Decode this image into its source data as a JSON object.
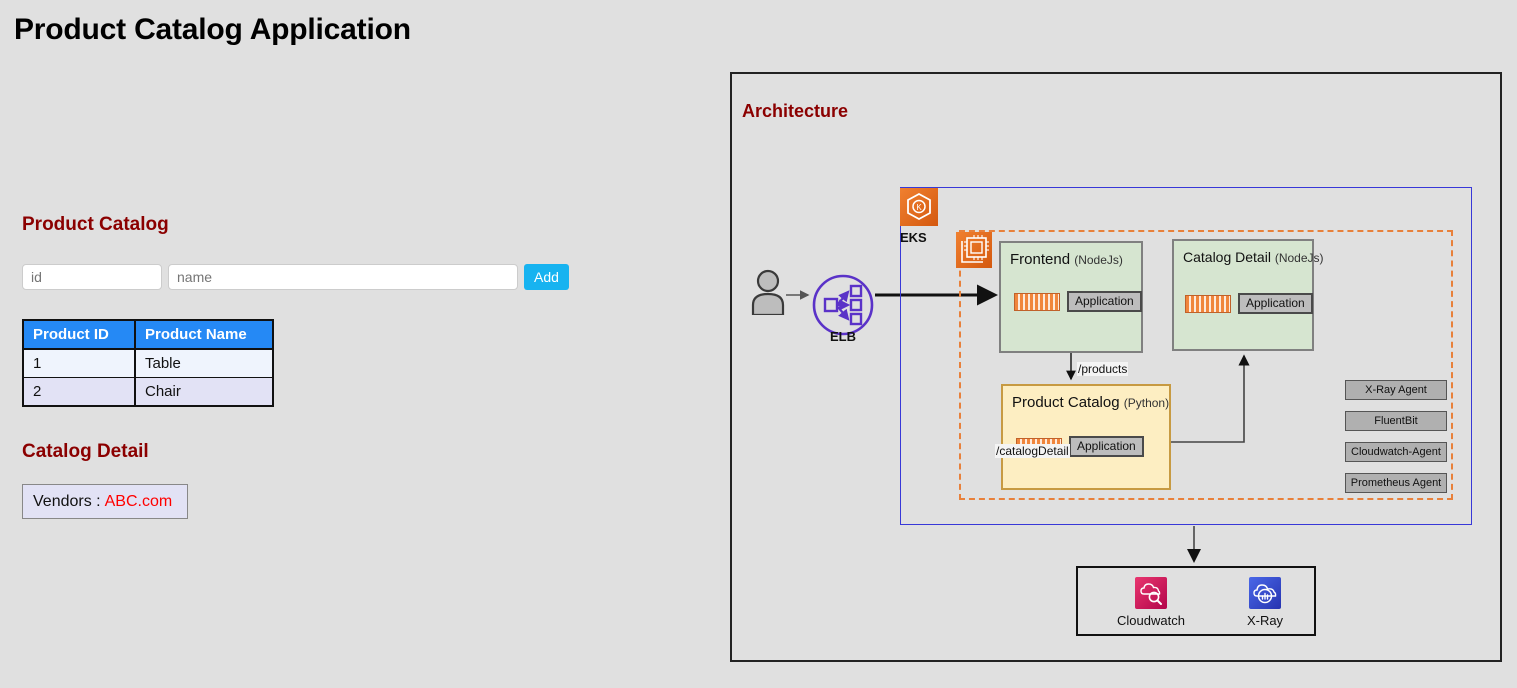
{
  "app": {
    "title": "Product Catalog Application"
  },
  "catalog": {
    "heading": "Product Catalog",
    "form": {
      "id_placeholder": "id",
      "id_value": "",
      "name_placeholder": "name",
      "name_value": "",
      "add_label": "Add"
    },
    "table": {
      "columns": [
        "Product ID",
        "Product Name"
      ],
      "rows": [
        {
          "id": "1",
          "name": "Table"
        },
        {
          "id": "2",
          "name": "Chair"
        }
      ]
    }
  },
  "catalog_detail": {
    "heading": "Catalog Detail",
    "vendors_label": "Vendors :",
    "vendors_value": "ABC.com"
  },
  "architecture": {
    "heading": "Architecture",
    "actor": {
      "icon": "user-icon"
    },
    "elb": {
      "label": "ELB",
      "icon": "elastic-load-balancer-icon"
    },
    "eks": {
      "label": "EKS",
      "icon": "eks-cluster-icon"
    },
    "node_group": {
      "icon": "ec2-instance-icon"
    },
    "services": [
      {
        "key": "frontend",
        "name": "Frontend",
        "language": "(NodeJs)",
        "container_icon": "container-icon",
        "app_label": "Application"
      },
      {
        "key": "catalog-detail",
        "name": "Catalog Detail",
        "language": "(NodeJs)",
        "container_icon": "container-icon",
        "app_label": "Application"
      },
      {
        "key": "product-catalog",
        "name": "Product Catalog",
        "language": "(Python)",
        "container_icon": "container-icon",
        "app_label": "Application"
      }
    ],
    "connectors": [
      {
        "key": "products",
        "label": "/products"
      },
      {
        "key": "catalogDetail",
        "label": "/catalogDetail"
      }
    ],
    "agents": [
      {
        "label": "X-Ray Agent"
      },
      {
        "label": "FluentBit"
      },
      {
        "label": "Cloudwatch-Agent"
      },
      {
        "label": "Prometheus Agent"
      }
    ],
    "monitoring": [
      {
        "key": "cloudwatch",
        "label": "Cloudwatch",
        "icon": "cloudwatch-icon",
        "color": "#d01f5a"
      },
      {
        "key": "xray",
        "label": "X-Ray",
        "icon": "xray-icon",
        "color": "#3b52d4"
      }
    ]
  },
  "colors": {
    "page_background": "#e0e0e0",
    "heading_red": "#8b0000",
    "table_header_blue": "#2589f5",
    "add_button_blue": "#17b3f0",
    "vendor_link_red": "#ff0000",
    "eks_border_blue": "#3838d8",
    "node_group_orange": "#e8803a",
    "service_green": "#d6e5d0",
    "service_yellow": "#fdeec2",
    "agent_gray": "#b0b0b0"
  }
}
